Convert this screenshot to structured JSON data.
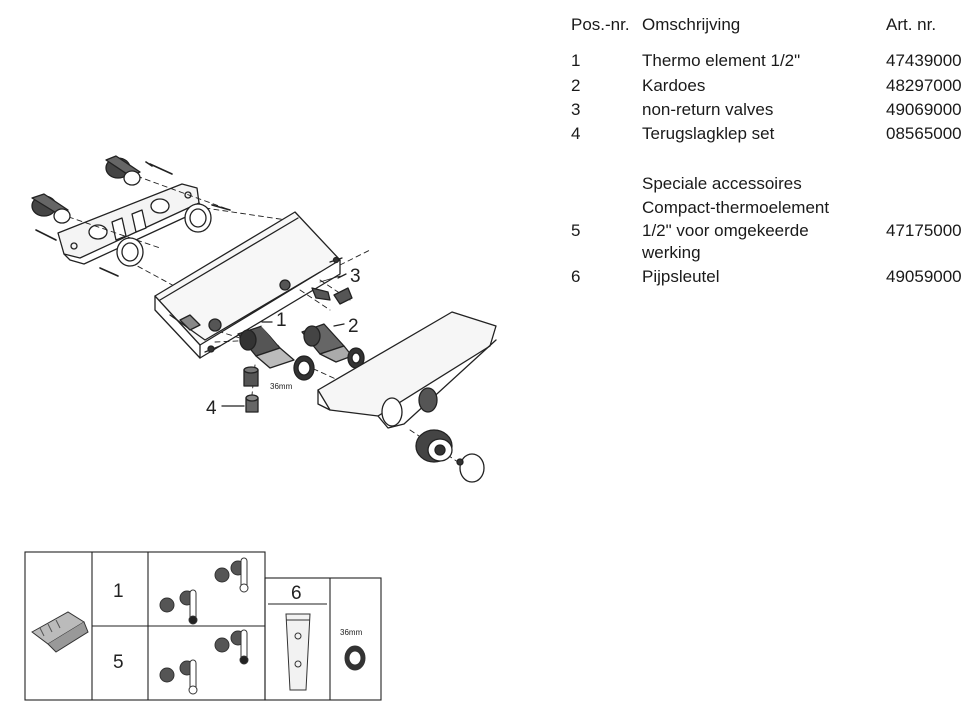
{
  "table": {
    "headers": {
      "pos": "Pos.-nr.",
      "desc": "Omschrijving",
      "art": "Art. nr."
    },
    "rows": [
      {
        "pos": "1",
        "desc": "Thermo element 1/2\"",
        "art": "47439000"
      },
      {
        "pos": "2",
        "desc": "Kardoes",
        "art": "48297000"
      },
      {
        "pos": "3",
        "desc": "non-return valves",
        "art": "49069000"
      },
      {
        "pos": "4",
        "desc": "Terugslagklep set",
        "art": "08565000"
      }
    ],
    "accessories_heading": "Speciale accessoires",
    "accessories": [
      {
        "pos": "5",
        "desc_lines": [
          "Compact-thermoelement",
          "1/2\" voor omgekeerde",
          "werking"
        ],
        "art": "47175000"
      },
      {
        "pos": "6",
        "desc_lines": [
          "Pijpsleutel"
        ],
        "art": "49059000"
      }
    ]
  },
  "diagram": {
    "callouts": [
      "1",
      "2",
      "3",
      "4"
    ],
    "wrench_size_label": "36mm"
  },
  "grid": {
    "cells": [
      "1",
      "5",
      "6"
    ],
    "wrench_size_label": "36mm"
  }
}
